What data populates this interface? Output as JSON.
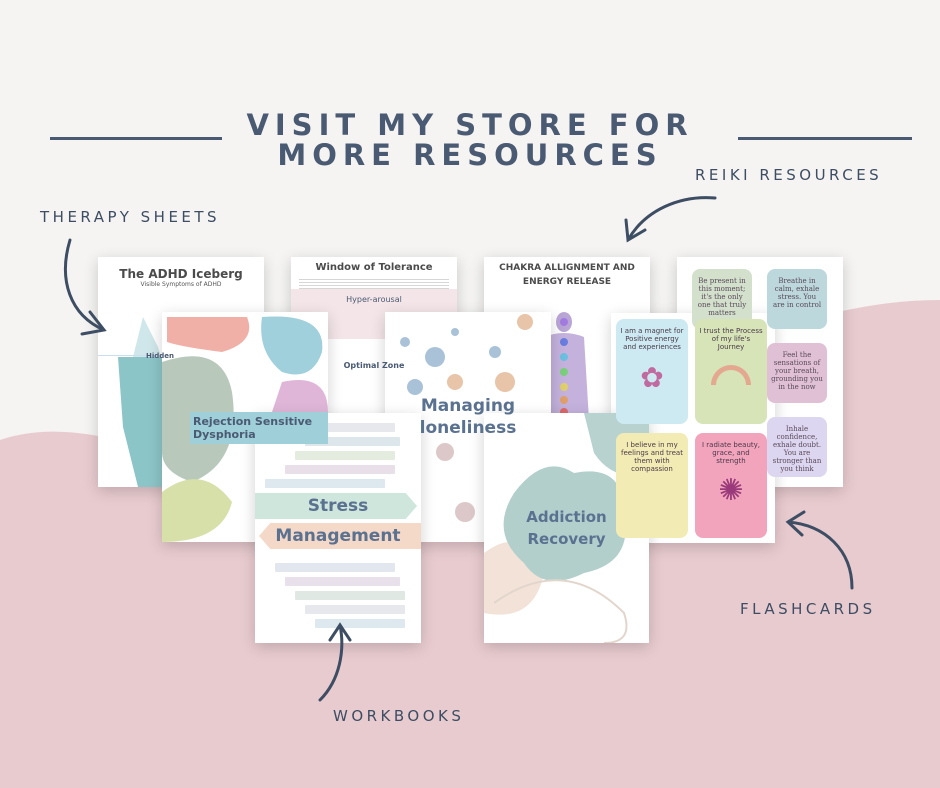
{
  "header": {
    "title_line1": "VISIT MY STORE FOR",
    "title_line2": "MORE RESOURCES"
  },
  "labels": {
    "therapy": "THERAPY SHEETS",
    "reiki": "REIKI RESOURCES",
    "flashcards": "FLASHCARDS",
    "workbooks": "WORKBOOKS"
  },
  "products": {
    "adhd": {
      "title": "The ADHD Iceberg",
      "subtitle": "Visible Symptoms of ADHD",
      "hidden": "Hidden"
    },
    "window": {
      "title": "Window of Tolerance",
      "hyper": "Hyper-arousal",
      "optimal": "Optimal Zone"
    },
    "chakra": {
      "title1": "CHAKRA ALLIGNMENT AND",
      "title2": "ENERGY RELEASE"
    },
    "rejection": {
      "title": "Rejection Sensitive Dysphoria"
    },
    "loneliness": {
      "title1": "Managing",
      "title2": "loneliness"
    },
    "stress": {
      "title1": "Stress",
      "title2": "Management"
    },
    "addiction": {
      "title1": "Addiction",
      "title2": "Recovery"
    },
    "cards_back": [
      "Be present in this moment; it's the only one that truly matters",
      "Breathe in calm, exhale stress. You are in control",
      "Feel the sensations of your breath, grounding you in the now",
      "Inhale confidence, exhale doubt. You are stronger than you think"
    ],
    "cards_front": [
      "I am a magnet for Positive energy and experiences",
      "I trust the Process of my life's Journey",
      "I believe in my feelings and treat them with compassion",
      "I radiate beauty, grace, and strength"
    ]
  },
  "colors": {
    "text": "#4a5a72",
    "pink": "#e8cbcf",
    "bg": "#f5f4f2"
  }
}
